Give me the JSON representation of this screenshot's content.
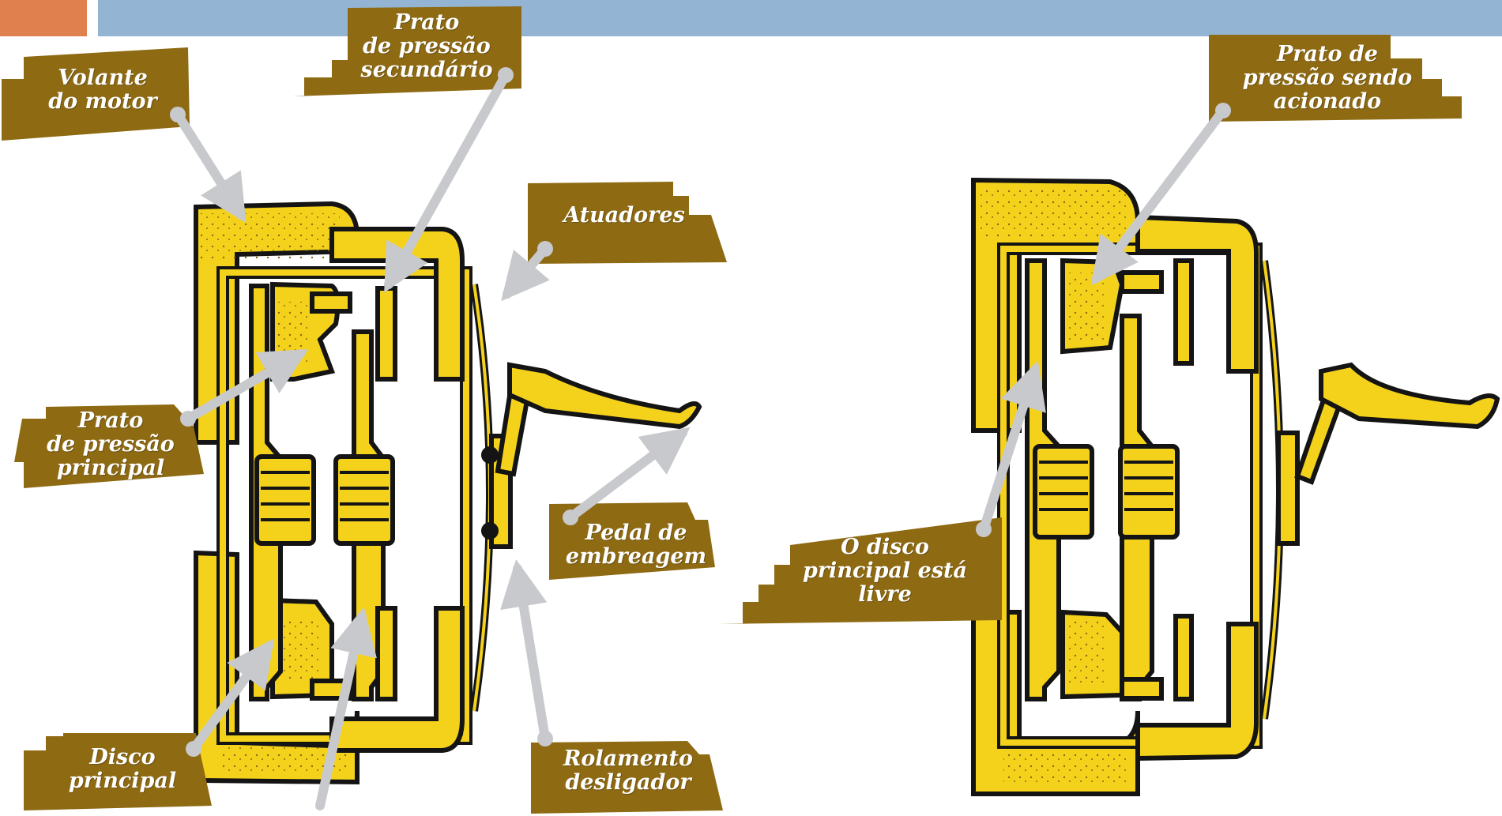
{
  "colors": {
    "machine_yellow": "#F4D21C",
    "outline": "#141414",
    "label_bg": "#8E6A12",
    "arrow": "#C8C9CC",
    "accent": "#E0804F",
    "bar": "#93B4D2"
  },
  "left_diagram": {
    "labels": {
      "volante": "Volante\ndo motor",
      "prato_secundario": "Prato\nde pressão\nsecundário",
      "atuadores": "Atuadores",
      "prato_principal": "Prato\nde pressão\nprincipal",
      "pedal": "Pedal de\nembreagem",
      "disco_principal": "Disco\nprincipal",
      "rolamento": "Rolamento\ndesligador"
    }
  },
  "right_diagram": {
    "labels": {
      "prato_acionado": "Prato de\npressão sendo\nacionado",
      "disco_livre": "O disco\nprincipal está\nlivre"
    }
  }
}
